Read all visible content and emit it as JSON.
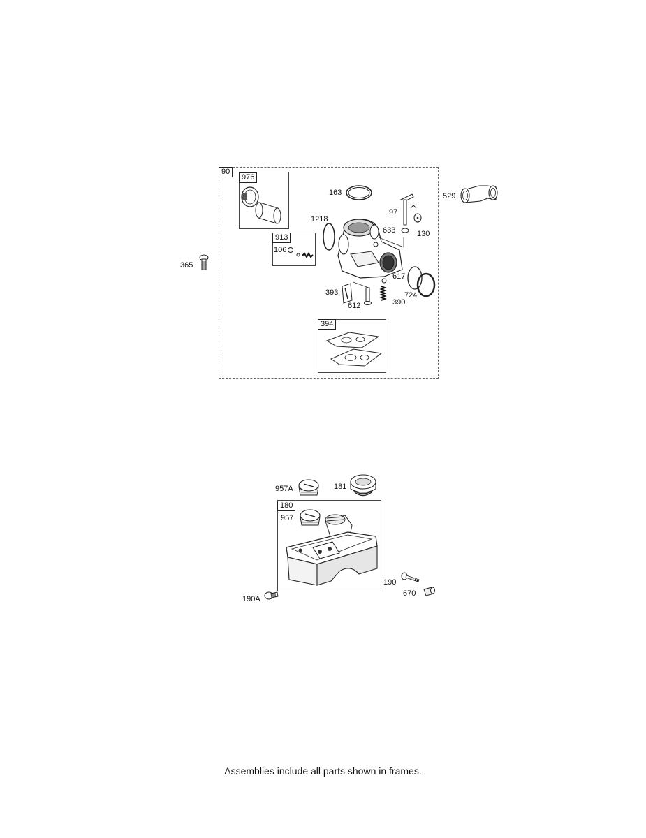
{
  "carburetor_section": {
    "frame_labels": {
      "main": "90",
      "inlet_tube": "976",
      "needle_kit": "913",
      "gasket_kit": "394"
    },
    "part_labels": {
      "p163": "163",
      "p97": "97",
      "p130": "130",
      "p529": "529",
      "p1218": "1218",
      "p633": "633",
      "p106": "106",
      "p365": "365",
      "p617": "617",
      "p724": "724",
      "p393": "393",
      "p612": "612",
      "p390": "390"
    }
  },
  "fuel_tank_section": {
    "frame_labels": {
      "tank": "180"
    },
    "part_labels": {
      "p957A": "957A",
      "p181": "181",
      "p957": "957",
      "p190": "190",
      "p670": "670",
      "p190A": "190A"
    }
  },
  "footer": {
    "note": "Assemblies include all parts shown in frames."
  }
}
